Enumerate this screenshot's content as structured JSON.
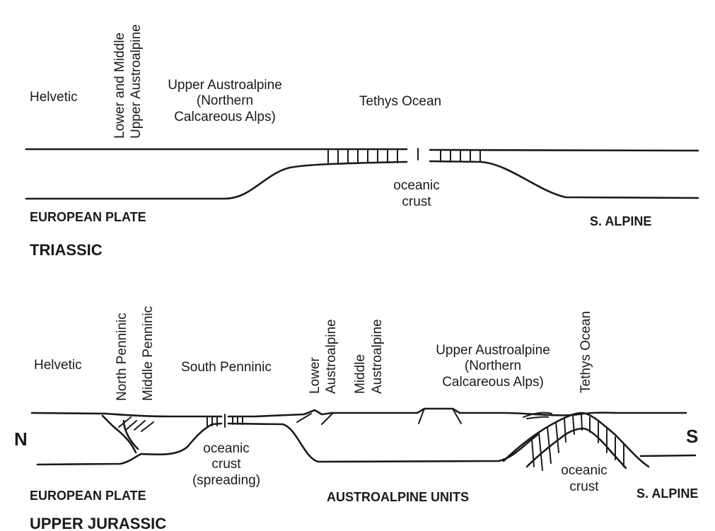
{
  "triassic": {
    "helvetic": "Helvetic",
    "lower_middle_1": "Lower and Middle",
    "lower_middle_2": "Upper Austroalpine",
    "upper_austro_1": "Upper Austroalpine",
    "upper_austro_2": "(Northern",
    "upper_austro_3": "Calcareous Alps)",
    "tethys": "Tethys Ocean",
    "oceanic_1": "oceanic",
    "oceanic_2": "crust",
    "european_plate": "EUROPEAN PLATE",
    "s_alpine": "S. ALPINE",
    "period": "TRIASSIC"
  },
  "jurassic": {
    "helvetic": "Helvetic",
    "north_penninic": "North Penninic",
    "middle_penninic": "Middle Penninic",
    "south_penninic": "South Penninic",
    "lower_austro_1": "Lower",
    "lower_austro_2": "Austroalpine",
    "middle_austro_1": "Middle",
    "middle_austro_2": "Austroalpine",
    "upper_austro_1": "Upper Austroalpine",
    "upper_austro_2": "(Northern",
    "upper_austro_3": "Calcareous Alps)",
    "tethys": "Tethys Ocean",
    "n": "N",
    "s": "S",
    "oceanic_spreading_1": "oceanic",
    "oceanic_spreading_2": "crust",
    "oceanic_spreading_3": "(spreading)",
    "oceanic_1": "oceanic",
    "oceanic_2": "crust",
    "european_plate": "EUROPEAN PLATE",
    "austroalpine_units": "AUSTROALPINE UNITS",
    "s_alpine": "S. ALPINE",
    "period": "UPPER JURASSIC"
  }
}
